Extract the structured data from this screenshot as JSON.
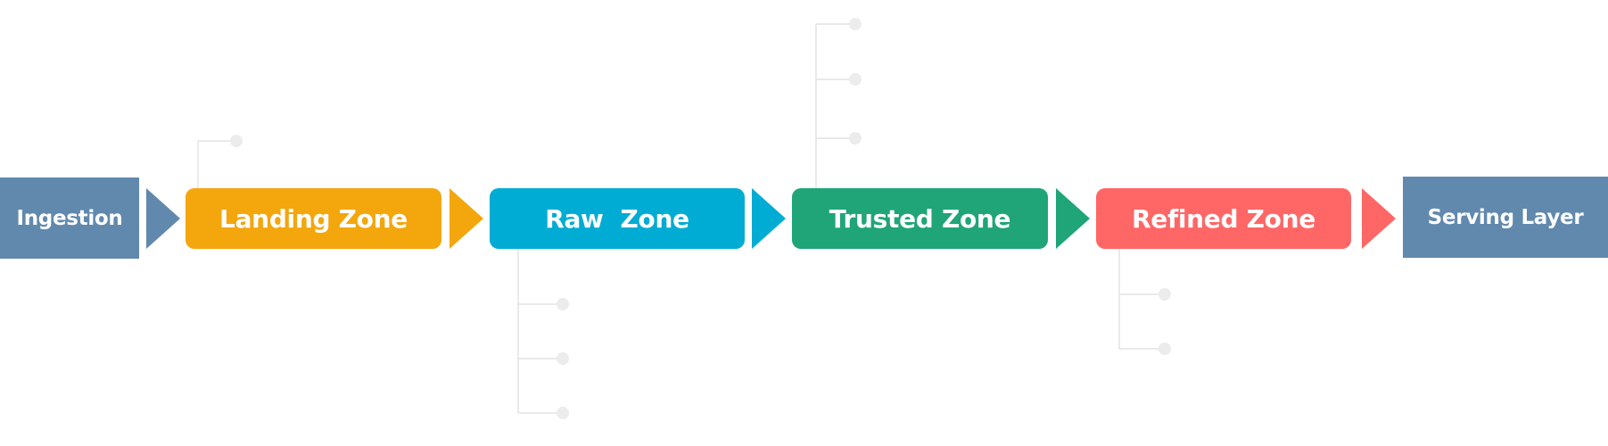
{
  "stages": {
    "ingestion": {
      "label": "Ingestion",
      "color": "#6189ad"
    },
    "landing": {
      "label": "Landing Zone",
      "color": "#f4a60d"
    },
    "raw": {
      "label": "Raw  Zone",
      "color": "#00acd4"
    },
    "trusted": {
      "label": "Trusted Zone",
      "color": "#1fa578"
    },
    "refined": {
      "label": "Refined Zone",
      "color": "#ff6766"
    },
    "serving": {
      "label": "Serving Layer",
      "color": "#6189ad"
    }
  },
  "connector_color": "#e6e6e6",
  "branches": {
    "landing": 1,
    "raw": 3,
    "trusted": 3,
    "refined": 2
  }
}
